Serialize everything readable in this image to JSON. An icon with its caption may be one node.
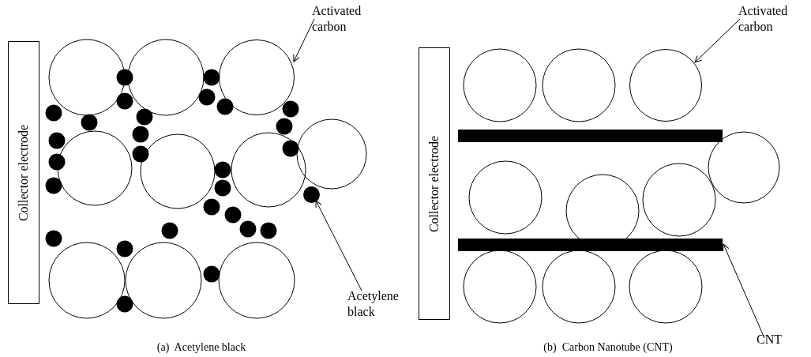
{
  "diagram": {
    "nodes": [
      {
        "text": [
          "Collector electrode"
        ]
      },
      {
        "text": [
          "Activated carbon"
        ]
      },
      {
        "text": [],
        "shape": "circle"
      },
      {
        "text": [
          "Acetylene black"
        ]
      },
      {
        "text": [],
        "shape": "circle"
      },
      {
        "text": [
          "Collector electrode"
        ]
      },
      {
        "text": [
          "Activated carbon"
        ]
      },
      {
        "text": [],
        "shape": "circle"
      },
      {
        "text": [
          "CNT"
        ]
      },
      {
        "text": [],
        "shape": "bar"
      }
    ],
    "edges": [
      {
        "from": 1,
        "to": 2,
        "arrow": "to"
      },
      {
        "from": 3,
        "to": 4,
        "arrow": "to"
      },
      {
        "from": 6,
        "to": 7,
        "arrow": "to"
      },
      {
        "from": 8,
        "to": 9,
        "arrow": "to"
      }
    ],
    "labels": [
      "(a)  Acetylene black",
      "(b)  Carbon Nanotube (CNT)"
    ]
  }
}
